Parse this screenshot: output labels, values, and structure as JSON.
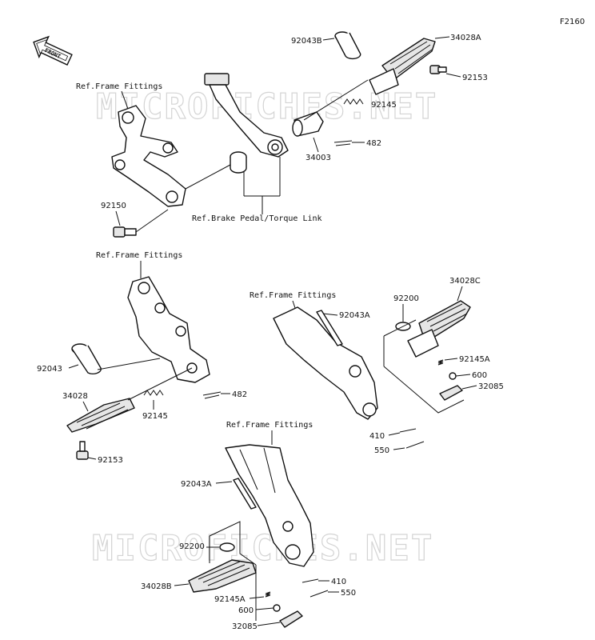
{
  "diagram": {
    "code": "F2160",
    "front": "FRONT",
    "watermark": "MICROFICHES.NET",
    "ref_labels": {
      "frame1": "Ref.Frame Fittings",
      "frame2": "Ref.Frame Fittings",
      "frame3": "Ref.Frame Fittings",
      "frame4": "Ref.Frame Fittings",
      "brake": "Ref.Brake Pedal/Torque Link"
    },
    "callouts": {
      "p92043B": "92043B",
      "p34028A": "34028A",
      "p92153a": "92153",
      "p92145a": "92145",
      "p482a": "482",
      "p34003": "34003",
      "p92150": "92150",
      "p92043": "92043",
      "p34028": "34028",
      "p92145b": "92145",
      "p482b": "482",
      "p92153b": "92153",
      "p34028C": "34028C",
      "p92200a": "92200",
      "p92043Aa": "92043A",
      "p92145Aa": "92145A",
      "p600a": "600",
      "p32085a": "32085",
      "p410a": "410",
      "p550a": "550",
      "p92043Ab": "92043A",
      "p92200b": "92200",
      "p34028B": "34028B",
      "p92145Ab": "92145A",
      "p600b": "600",
      "p32085b": "32085",
      "p410b": "410",
      "p550b": "550"
    }
  }
}
